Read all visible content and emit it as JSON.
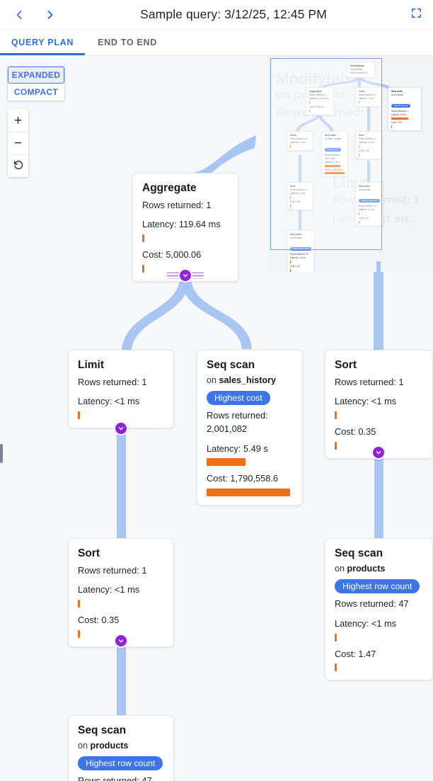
{
  "header": {
    "title": "Sample query: 3/12/25, 12:45 PM",
    "back_icon": "chevron-left-icon",
    "forward_icon": "chevron-right-icon",
    "fullscreen_icon": "fullscreen-icon"
  },
  "tabs": [
    {
      "label": "QUERY PLAN",
      "active": true
    },
    {
      "label": "END TO END",
      "active": false
    }
  ],
  "controls": {
    "mode": {
      "expanded": "EXPANDED",
      "compact": "COMPACT",
      "selected": "EXPANDED"
    },
    "zoom_in": "+",
    "zoom_out": "−",
    "reset": "reset-icon"
  },
  "colors": {
    "accent_blue": "#2f6fe0",
    "badge_blue": "#3b75e8",
    "bar_orange": "#ED7014",
    "edge_blue": "#a9c6f2",
    "collapse_purple": "#8f23d8",
    "canvas_bg": "#f7f8fa",
    "node_bg": "#ffffff"
  },
  "labels": {
    "rows_returned": "Rows returned:",
    "latency": "Latency:",
    "cost": "Cost:",
    "on": "on"
  },
  "ghost_text": {
    "line1": "Modifytable",
    "line2": "on products",
    "line3": "Rows returned:",
    "line4": "Limit",
    "line5": "Rows returned: 1",
    "line6": "Latency: <1 ms"
  },
  "nodes": [
    {
      "id": "aggregate",
      "title": "Aggregate",
      "on": null,
      "badge": null,
      "rows": "Rows returned: 1",
      "latency": "Latency: 119.64 ms",
      "latency_bar_width": 3,
      "cost": "Cost: 5,000.06",
      "cost_bar_width": 3
    },
    {
      "id": "limit",
      "title": "Limit",
      "on": null,
      "badge": null,
      "rows": "Rows returned: 1",
      "latency": "Latency: <1 ms",
      "latency_bar_width": 3,
      "cost": null,
      "cost_bar_width": 0
    },
    {
      "id": "seqscan-sales-history",
      "title": "Seq scan",
      "on": "sales_history",
      "badge": "Highest cost",
      "rows": "Rows returned: 2,001,082",
      "latency": "Latency: 5.49 s",
      "latency_bar_width": 55,
      "cost": "Cost: 1,790,558.6",
      "cost_bar_width": 118
    },
    {
      "id": "sort-right",
      "title": "Sort",
      "on": null,
      "badge": null,
      "rows": "Rows returned: 1",
      "latency": "Latency: <1 ms",
      "latency_bar_width": 3,
      "cost": "Cost: 0.35",
      "cost_bar_width": 3
    },
    {
      "id": "sort-left",
      "title": "Sort",
      "on": null,
      "badge": null,
      "rows": "Rows returned: 1",
      "latency": "Latency: <1 ms",
      "latency_bar_width": 3,
      "cost": "Cost: 0.35",
      "cost_bar_width": 3
    },
    {
      "id": "seqscan-products-right",
      "title": "Seq scan",
      "on": "products",
      "badge": "Highest row count",
      "rows": "Rows returned: 47",
      "latency": "Latency: <1 ms",
      "latency_bar_width": 3,
      "cost": "Cost: 1.47",
      "cost_bar_width": 3
    },
    {
      "id": "seqscan-products-bottom",
      "title": "Seq scan",
      "on": "products",
      "badge": "Highest row count",
      "rows": "Rows returned: 47",
      "latency": null,
      "latency_bar_width": 0,
      "cost": null,
      "cost_bar_width": 0
    }
  ],
  "minimap": {
    "nodes": [
      {
        "id": "mini-modifytable",
        "title": "Modifytable",
        "on": "on products",
        "badge": null,
        "rows": "Rows returned: 0",
        "latency": null,
        "cost": null
      },
      {
        "id": "mini-aggregate",
        "title": "Aggregate",
        "on": null,
        "badge": null,
        "rows": "Rows returned: 1",
        "latency": "Latency: 119.64 ms",
        "cost": "Cost: 5,000.06"
      },
      {
        "id": "mini-limit-top",
        "title": "Limit",
        "on": null,
        "badge": null,
        "rows": "Rows returned: 1",
        "latency": "Latency: <1 ms",
        "cost": null
      },
      {
        "id": "mini-seqscan-latency",
        "title": "Seq scan",
        "on": "on products",
        "badge": "Highest latency",
        "rows": "Rows returned: 1",
        "latency": "Latency: 5.01 s",
        "cost": "Cost: 1.53"
      },
      {
        "id": "mini-limit-left",
        "title": "Limit",
        "on": null,
        "badge": null,
        "rows": "Rows returned: 1",
        "latency": "Latency: <1 ms",
        "cost": null
      },
      {
        "id": "mini-seqscan-cost",
        "title": "Seq scan",
        "on": "on sales_history",
        "badge": "Highest cost",
        "rows": "Rows returned: 2,001,082",
        "latency": "Latency: 5.49 s",
        "cost": "Cost: 1,790,558.6"
      },
      {
        "id": "mini-sort-right",
        "title": "Sort",
        "on": null,
        "badge": null,
        "rows": "Rows returned: 1",
        "latency": "Latency: <1 ms",
        "cost": "Cost: 0.35"
      },
      {
        "id": "mini-sort-left",
        "title": "Sort",
        "on": null,
        "badge": null,
        "rows": "Rows returned: 1",
        "latency": "Latency: <1 ms",
        "cost": "Cost: 0.35"
      },
      {
        "id": "mini-seqscan-rows-right",
        "title": "Seq scan",
        "on": "on products",
        "badge": "Highest row count",
        "rows": "Rows returned: 47",
        "latency": "Latency: <1 ms",
        "cost": "Cost: 1.47"
      },
      {
        "id": "mini-seqscan-rows-bottom",
        "title": "Seq scan",
        "on": "on products",
        "badge": "Highest row count",
        "rows": "Rows returned: 47",
        "latency": "Latency: <1 ms",
        "cost": "Cost: 1.47"
      }
    ]
  }
}
